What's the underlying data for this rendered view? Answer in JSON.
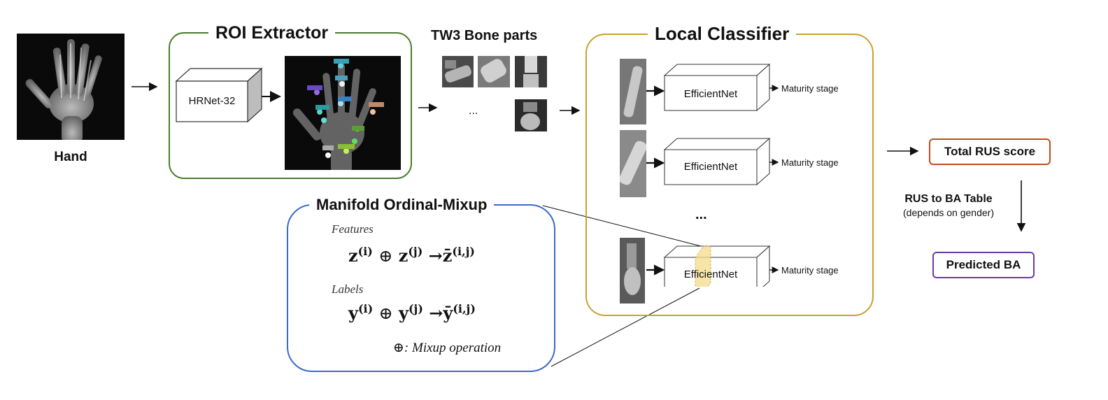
{
  "hand": {
    "label": "Hand"
  },
  "roi": {
    "title": "ROI Extractor",
    "model": "HRNet-32"
  },
  "bones": {
    "title": "TW3 Bone parts",
    "ellipsis": "..."
  },
  "local": {
    "title": "Local Classifier",
    "network": "EfficientNet",
    "output": "Maturity stage",
    "ellipsis": "..."
  },
  "mixup": {
    "title": "Manifold Ordinal-Mixup",
    "features_label": "Features",
    "labels_label": "Labels",
    "features_eq": {
      "a": "z",
      "a_sup": "(i)",
      "op": "⊕",
      "b": "z",
      "b_sup": "(j)",
      "arrow": "→",
      "c": "z̄",
      "c_sup": "(i,j)"
    },
    "labels_eq": {
      "a": "y",
      "a_sup": "(i)",
      "op": "⊕",
      "b": "y",
      "b_sup": "(j)",
      "arrow": "→",
      "c": "ȳ",
      "c_sup": "(i,j)"
    },
    "legend_symbol": "⊕",
    "legend_text": ": Mixup operation"
  },
  "output": {
    "total": "Total RUS score",
    "table_line1": "RUS to BA Table",
    "table_line2": "(depends on gender)",
    "predicted": "Predicted BA"
  },
  "colors": {
    "roi": "#4a7a2a",
    "local": "#c9a030",
    "mixup": "#3a6bc8",
    "total": "#c04a20",
    "predicted": "#6a3aa8",
    "highlight": "#f5dc8a"
  }
}
